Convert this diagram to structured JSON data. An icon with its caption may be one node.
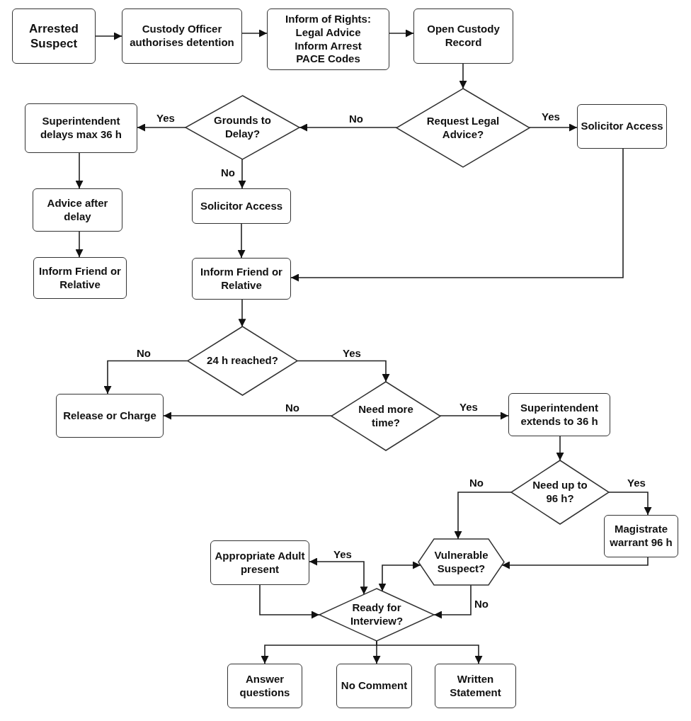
{
  "diagram": {
    "nodes": [
      {
        "text": [
          "Arrested Suspect"
        ]
      },
      {
        "text": [
          "Custody Officer authorises detention"
        ]
      },
      {
        "text": [
          "Inform of Rights:",
          "Legal Advice Inform Arrest PACE Codes"
        ]
      },
      {
        "text": [
          "Open Custody Record"
        ]
      },
      {
        "text": [
          "Request Legal Advice?"
        ]
      },
      {
        "text": [
          "Solicitor Access"
        ]
      },
      {
        "text": [
          "Grounds to Delay?"
        ]
      },
      {
        "text": [
          "Superintendent delays max 36 h"
        ]
      },
      {
        "text": [
          "Advice after delay"
        ]
      },
      {
        "text": [
          "Inform Friend or Relative"
        ]
      },
      {
        "text": [
          "Solicitor Access"
        ]
      },
      {
        "text": [
          "Inform Friend or Relative"
        ]
      },
      {
        "text": [
          "24 h reached?"
        ]
      },
      {
        "text": [
          "Release or Charge"
        ]
      },
      {
        "text": [
          "Need more time?"
        ]
      },
      {
        "text": [
          "Superintendent extends to 36 h"
        ]
      },
      {
        "text": [
          "Need up to 96 h?"
        ]
      },
      {
        "text": [
          "Magistrate warrant 96 h"
        ]
      },
      {
        "text": [
          "Vulnerable Suspect?"
        ]
      },
      {
        "text": [
          "Appropriate Adult present"
        ]
      },
      {
        "text": [
          "Ready for Interview?"
        ]
      },
      {
        "text": [
          "Answer questions"
        ]
      },
      {
        "text": [
          "No Comment"
        ]
      },
      {
        "text": [
          "Written Statement"
        ]
      }
    ],
    "edges": [
      {
        "from": 0,
        "to": 1,
        "arrow": "to"
      },
      {
        "from": 1,
        "to": 2,
        "arrow": "to"
      },
      {
        "from": 2,
        "to": 3,
        "arrow": "to"
      },
      {
        "from": 3,
        "to": 4,
        "arrow": "to"
      },
      {
        "from": 4,
        "to": 6,
        "arrow": "to",
        "label": "No"
      },
      {
        "from": 4,
        "to": 5,
        "arrow": "to",
        "label": "Yes"
      },
      {
        "from": 6,
        "to": 7,
        "arrow": "to",
        "label": "Yes"
      },
      {
        "from": 6,
        "to": 10,
        "arrow": "to",
        "label": "No"
      },
      {
        "from": 7,
        "to": 8,
        "arrow": "to"
      },
      {
        "from": 8,
        "to": 9,
        "arrow": "to"
      },
      {
        "from": 10,
        "to": 11,
        "arrow": "to"
      },
      {
        "from": 5,
        "to": 11,
        "arrow": "to"
      },
      {
        "from": 11,
        "to": 12,
        "arrow": "to"
      },
      {
        "from": 12,
        "to": 13,
        "arrow": "to",
        "label": "No"
      },
      {
        "from": 12,
        "to": 14,
        "arrow": "to",
        "label": "Yes"
      },
      {
        "from": 14,
        "to": 13,
        "arrow": "to",
        "label": "No"
      },
      {
        "from": 14,
        "to": 15,
        "arrow": "to",
        "label": "Yes"
      },
      {
        "from": 15,
        "to": 16,
        "arrow": "to"
      },
      {
        "from": 16,
        "to": 18,
        "arrow": "to",
        "label": "No"
      },
      {
        "from": 16,
        "to": 17,
        "arrow": "to",
        "label": "Yes"
      },
      {
        "from": 17,
        "to": 18,
        "arrow": "to"
      },
      {
        "from": 20,
        "to": 19,
        "arrow": "both",
        "label": "Yes"
      },
      {
        "from": 20,
        "to": 18,
        "arrow": "both"
      },
      {
        "from": 18,
        "to": 20,
        "arrow": "to",
        "label": "No"
      },
      {
        "from": 19,
        "to": 20,
        "arrow": "to"
      },
      {
        "from": 20,
        "to": 21,
        "arrow": "to"
      },
      {
        "from": 20,
        "to": 22,
        "arrow": "to"
      },
      {
        "from": 20,
        "to": 23,
        "arrow": "to"
      }
    ]
  }
}
